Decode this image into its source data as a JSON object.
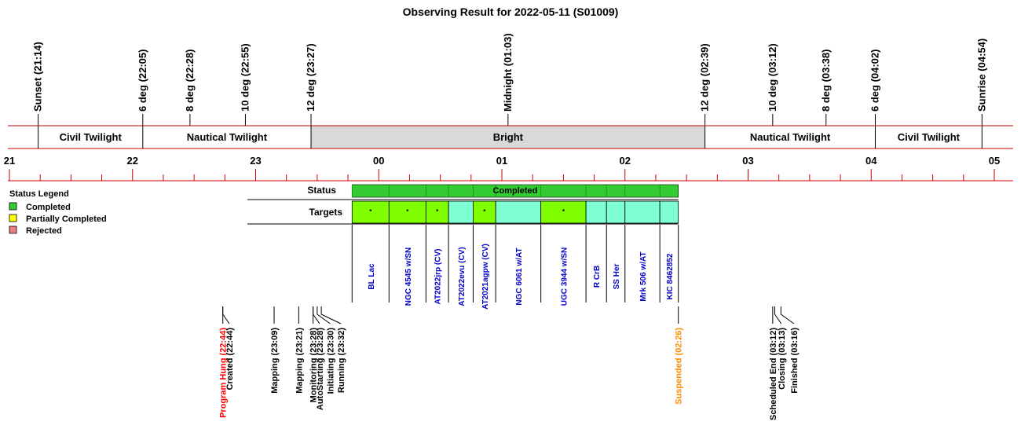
{
  "title": "Observing Result for 2022-05-11 (S01009)",
  "night_events": [
    {
      "label": "Sunset (21:14)",
      "time": "21:14"
    },
    {
      "label": "6 deg (22:05)",
      "time": "22:05"
    },
    {
      "label": "8 deg (22:28)",
      "time": "22:28"
    },
    {
      "label": "10 deg (22:55)",
      "time": "22:55"
    },
    {
      "label": "12 deg (23:27)",
      "time": "23:27"
    },
    {
      "label": "Midnight (01:03)",
      "time": "01:03"
    },
    {
      "label": "12 deg (02:39)",
      "time": "02:39"
    },
    {
      "label": "10 deg (03:12)",
      "time": "03:12"
    },
    {
      "label": "8 deg (03:38)",
      "time": "03:38"
    },
    {
      "label": "6 deg (04:02)",
      "time": "04:02"
    },
    {
      "label": "Sunrise (04:54)",
      "time": "04:54"
    }
  ],
  "periods": [
    {
      "label": "Civil Twilight",
      "start": "21:14",
      "end": "22:05",
      "shaded": false
    },
    {
      "label": "Nautical Twilight",
      "start": "22:05",
      "end": "23:27",
      "shaded": false
    },
    {
      "label": "Bright",
      "start": "23:27",
      "end": "02:39",
      "shaded": true
    },
    {
      "label": "Nautical Twilight",
      "start": "02:39",
      "end": "04:02",
      "shaded": false
    },
    {
      "label": "Civil Twilight",
      "start": "04:02",
      "end": "04:54",
      "shaded": false
    }
  ],
  "hour_labels": [
    "21",
    "22",
    "23",
    "00",
    "01",
    "02",
    "03",
    "04",
    "05"
  ],
  "legend": {
    "title": "Status Legend",
    "items": [
      {
        "label": "Completed",
        "color": "#33cc33"
      },
      {
        "label": "Partially Completed",
        "color": "#ffff00"
      },
      {
        "label": "Rejected",
        "color": "#f08080"
      }
    ]
  },
  "status_row": {
    "label": "Status",
    "text": "Completed",
    "start": "23:47",
    "end": "02:26",
    "color": "#33cc33"
  },
  "targets_row": {
    "label": "Targets",
    "items": [
      {
        "name": "BL Lac",
        "start": "23:47",
        "end": "00:05",
        "color": "#7fff00",
        "mark": "*"
      },
      {
        "name": "NGC 4545 w/SN",
        "start": "00:05",
        "end": "00:23",
        "color": "#7fff00",
        "mark": "*"
      },
      {
        "name": "AT2022jrp (CV)",
        "start": "00:23",
        "end": "00:34",
        "color": "#7fff00",
        "mark": "*"
      },
      {
        "name": "AT2022evu (CV)",
        "start": "00:34",
        "end": "00:46",
        "color": "#7fffd4",
        "mark": ""
      },
      {
        "name": "AT2021agpw (CV)",
        "start": "00:46",
        "end": "00:57",
        "color": "#7fff00",
        "mark": "*"
      },
      {
        "name": "NGC 6061 w/AT",
        "start": "00:57",
        "end": "01:19",
        "color": "#7fffd4",
        "mark": ""
      },
      {
        "name": "UGC 3944 w/SN",
        "start": "01:19",
        "end": "01:41",
        "color": "#7fff00",
        "mark": "*"
      },
      {
        "name": "R CrB",
        "start": "01:41",
        "end": "01:51",
        "color": "#7fffd4",
        "mark": ""
      },
      {
        "name": "SS Her",
        "start": "01:51",
        "end": "02:00",
        "color": "#7fffd4",
        "mark": ""
      },
      {
        "name": "Mrk 506 w/AT",
        "start": "02:00",
        "end": "02:17",
        "color": "#7fffd4",
        "mark": ""
      },
      {
        "name": "KIC 8462852",
        "start": "02:17",
        "end": "02:26",
        "color": "#7fffd4",
        "mark": ""
      }
    ]
  },
  "log_events": [
    {
      "label": "Program Hung (22:44)",
      "time": "22:44",
      "color": "#ff0000",
      "slot": 0
    },
    {
      "label": "Created (22:44)",
      "time": "22:44",
      "color": "#000000",
      "slot": 1
    },
    {
      "label": "Mapping (23:09)",
      "time": "23:09",
      "color": "#000000",
      "slot": 0
    },
    {
      "label": "Mapping (23:21)",
      "time": "23:21",
      "color": "#000000",
      "slot": 0
    },
    {
      "label": "Monitoring (23:28)",
      "time": "23:28",
      "color": "#000000",
      "slot": 0
    },
    {
      "label": "AutoStarting (23:28)",
      "time": "23:28",
      "color": "#000000",
      "slot": 1
    },
    {
      "label": "Initiating (23:30)",
      "time": "23:30",
      "color": "#000000",
      "slot": 2
    },
    {
      "label": "Running (23:32)",
      "time": "23:32",
      "color": "#000000",
      "slot": 3
    },
    {
      "label": "Suspended (02:26)",
      "time": "02:26",
      "color": "#ff8c00",
      "slot": 0
    },
    {
      "label": "Scheduled End (03:12)",
      "time": "03:12",
      "color": "#000000",
      "slot": 0
    },
    {
      "label": "Closing (03:13)",
      "time": "03:13",
      "color": "#000000",
      "slot": 1
    },
    {
      "label": "Finished (03:16)",
      "time": "03:16",
      "color": "#000000",
      "slot": 2
    }
  ]
}
